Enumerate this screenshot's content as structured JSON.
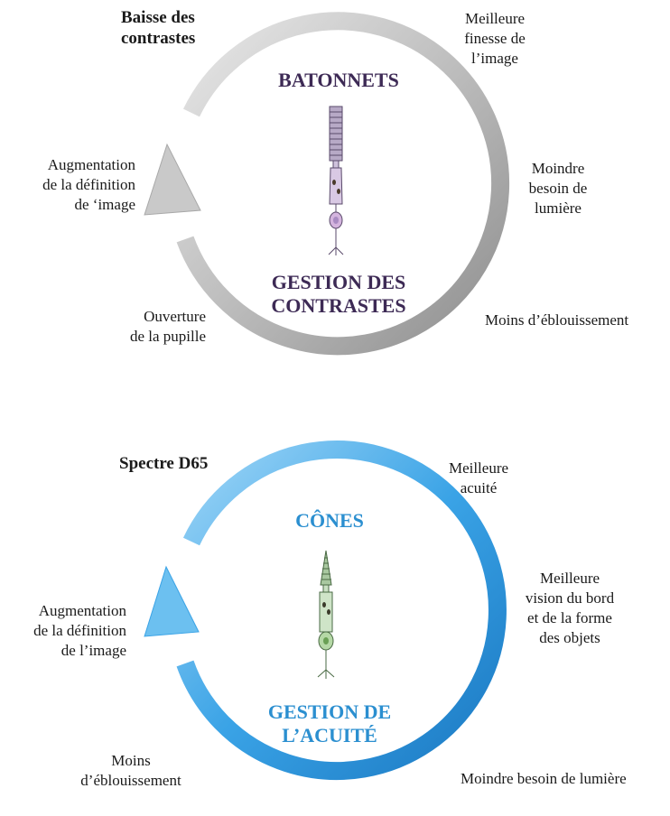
{
  "rods": {
    "corner_label": [
      "Baisse des",
      "contrastes"
    ],
    "title": "BATONNETS",
    "subtitle": [
      "GESTION DES",
      "CONTRASTES"
    ],
    "labels": {
      "top_right": [
        "Meilleure",
        "finesse de",
        "l’image"
      ],
      "right": [
        "Moindre",
        "besoin de",
        "lumière"
      ],
      "bottom_right": "Moins d’éblouissement",
      "left": [
        "Augmentation",
        "de la définition",
        "de ‘image"
      ],
      "bottom_left": [
        "Ouverture",
        "de la pupille"
      ]
    },
    "ring_color": "#b9b9b9",
    "title_color": "#3d2a55"
  },
  "cones": {
    "corner_label": "Spectre D65",
    "title": "CÔNES",
    "subtitle": [
      "GESTION DE",
      "L’ACUITÉ"
    ],
    "labels": {
      "top_right": [
        "Meilleure",
        "acuité"
      ],
      "right": [
        "Meilleure",
        "vision du bord",
        "et de la forme",
        "des objets"
      ],
      "bottom_right": "Moindre besoin de lumière",
      "left": [
        "Augmentation",
        "de la définition",
        "de l’image"
      ],
      "bottom_left": [
        "Moins",
        "d’éblouissement"
      ]
    },
    "ring_color": "#3aa3e6",
    "title_color": "#2b8fd0"
  }
}
